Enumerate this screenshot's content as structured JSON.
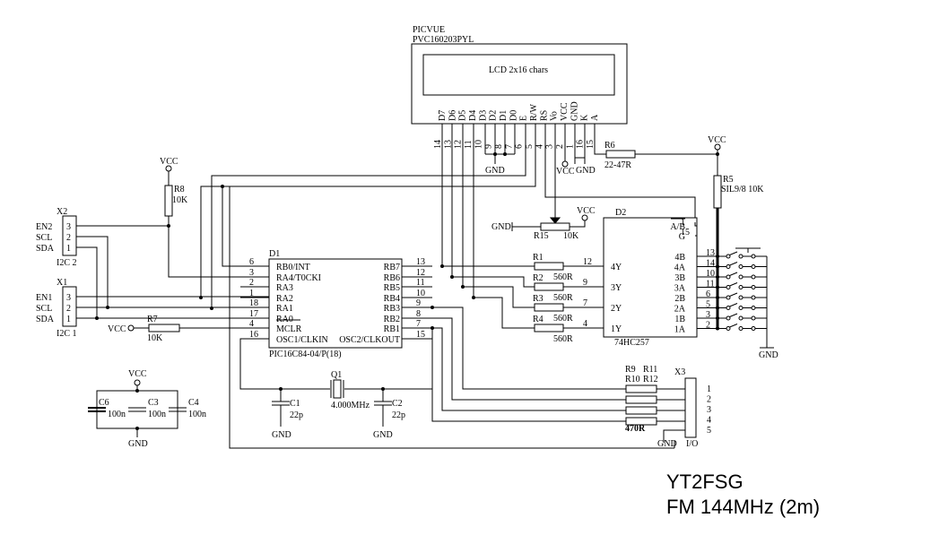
{
  "lcd": {
    "maker": "PICVUE",
    "part": "PVC160203PYL",
    "screen": "LCD 2x16 chars",
    "pins": [
      {
        "name": "D7",
        "num": "14"
      },
      {
        "name": "D6",
        "num": "13"
      },
      {
        "name": "D5",
        "num": "12"
      },
      {
        "name": "D4",
        "num": "11"
      },
      {
        "name": "D3",
        "num": "10"
      },
      {
        "name": "D2",
        "num": "9"
      },
      {
        "name": "D1",
        "num": "8"
      },
      {
        "name": "D0",
        "num": "7"
      },
      {
        "name": "E",
        "num": "6"
      },
      {
        "name": "R/W",
        "num": "5"
      },
      {
        "name": "RS",
        "num": "4"
      },
      {
        "name": "Vo",
        "num": "3"
      },
      {
        "name": "VCC",
        "num": "2"
      },
      {
        "name": "GND",
        "num": "1"
      },
      {
        "name": "K",
        "num": "16"
      },
      {
        "name": "A",
        "num": "15"
      }
    ]
  },
  "mcu": {
    "ref": "D1",
    "part": "PIC16C84-04/P(18)",
    "left_pins": [
      {
        "num": "6",
        "name": "RB0/INT"
      },
      {
        "num": "3",
        "name": "RA4/T0CKI"
      },
      {
        "num": "2",
        "name": "RA3"
      },
      {
        "num": "1",
        "name": "RA2"
      },
      {
        "num": "18",
        "name": "RA1"
      },
      {
        "num": "17",
        "name": "RA0"
      },
      {
        "num": "4",
        "name": "MCLR"
      },
      {
        "num": "16",
        "name": "OSC1/CLKIN"
      }
    ],
    "right_pins": [
      {
        "num": "13",
        "name": "RB7"
      },
      {
        "num": "12",
        "name": "RB6"
      },
      {
        "num": "11",
        "name": "RB5"
      },
      {
        "num": "10",
        "name": "RB4"
      },
      {
        "num": "9",
        "name": "RB3"
      },
      {
        "num": "8",
        "name": "RB2"
      },
      {
        "num": "7",
        "name": "RB1"
      },
      {
        "num": "15",
        "name": "OSC2/CLKOUT"
      }
    ]
  },
  "mux": {
    "ref": "D2",
    "part": "74HC257",
    "top_pins": [
      {
        "name": "A/B",
        "num": "1"
      },
      {
        "name": "G",
        "num": "15"
      }
    ],
    "outputs": [
      {
        "name": "4Y",
        "num": "12"
      },
      {
        "name": "3Y",
        "num": "9"
      },
      {
        "name": "2Y",
        "num": "7"
      },
      {
        "name": "1Y",
        "num": "4"
      }
    ],
    "inputs": [
      {
        "name": "4B",
        "num": "13"
      },
      {
        "name": "4A",
        "num": "14"
      },
      {
        "name": "3B",
        "num": "10"
      },
      {
        "name": "3A",
        "num": "11"
      },
      {
        "name": "2B",
        "num": "6"
      },
      {
        "name": "2A",
        "num": "5"
      },
      {
        "name": "1B",
        "num": "3"
      },
      {
        "name": "1A",
        "num": "2"
      }
    ]
  },
  "connectors": {
    "x2": {
      "ref": "X2",
      "name": "I2C 2",
      "signals": [
        "EN2",
        "SCL",
        "SDA"
      ],
      "pins": [
        "3",
        "2",
        "1"
      ]
    },
    "x1": {
      "ref": "X1",
      "name": "I2C 1",
      "signals": [
        "EN1",
        "SCL",
        "SDA"
      ],
      "pins": [
        "3",
        "2",
        "1"
      ]
    },
    "x3": {
      "ref": "X3",
      "name": "I/O",
      "pins": [
        "1",
        "2",
        "3",
        "4",
        "5"
      ]
    }
  },
  "resistors": {
    "r1": {
      "ref": "R1",
      "value": "560R"
    },
    "r2": {
      "ref": "R2",
      "value": "560R"
    },
    "r3": {
      "ref": "R3",
      "value": "560R"
    },
    "r4": {
      "ref": "R4",
      "value": "560R"
    },
    "r5": {
      "ref": "R5",
      "value": "SIL9/8 10K"
    },
    "r6": {
      "ref": "R6",
      "value": "22-47R"
    },
    "r7": {
      "ref": "R7",
      "value": "10K"
    },
    "r8": {
      "ref": "R8",
      "value": "10K"
    },
    "r15": {
      "ref": "R15",
      "value": "10K"
    },
    "r9": "R9",
    "r10": "R10",
    "r11": "R11",
    "r12": "R12",
    "io_value": "470R"
  },
  "capacitors": {
    "c1": {
      "ref": "C1",
      "value": "22p"
    },
    "c2": {
      "ref": "C2",
      "value": "22p"
    },
    "c3": {
      "ref": "C3",
      "value": "100n"
    },
    "c4": {
      "ref": "C4",
      "value": "100n"
    },
    "c6": {
      "ref": "C6",
      "value": "100n"
    }
  },
  "crystal": {
    "ref": "Q1",
    "value": "4.000MHz"
  },
  "power": {
    "vcc": "VCC",
    "gnd": "GND"
  },
  "signature": {
    "line1": "YT2FSG",
    "line2": "FM 144MHz (2m)"
  }
}
